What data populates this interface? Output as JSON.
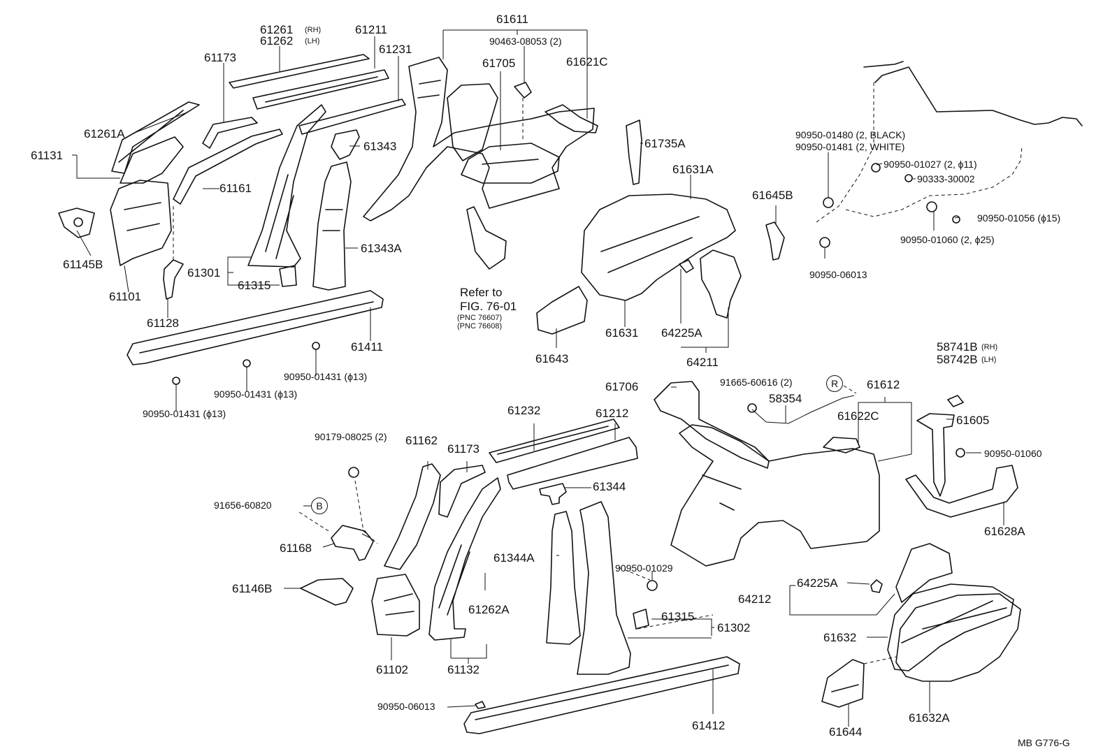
{
  "diagram": {
    "part_numbers": {
      "p61261": "61261",
      "p61261_rh": "(RH)",
      "p61262": "61262",
      "p61262_lh": "(LH)",
      "p61211": "61211",
      "p61611": "61611",
      "p90463": "90463-08053 (2)",
      "p61705": "61705",
      "p61621c": "61621C",
      "p61173a": "61173",
      "p61231": "61231",
      "p61261a": "61261A",
      "p61131": "61131",
      "p61343": "61343",
      "p61161": "61161",
      "p61735a": "61735A",
      "p61631a": "61631A",
      "p61645b": "61645B",
      "p61145b": "61145B",
      "p61343a": "61343A",
      "p61301": "61301",
      "p61315a": "61315",
      "p61101": "61101",
      "p61128": "61128",
      "p61411": "61411",
      "p61631": "61631",
      "p64225a_1": "64225A",
      "p61643": "61643",
      "p64211": "64211",
      "p90950_01431_a": "90950-01431 (ϕ13)",
      "p90950_01431_b": "90950-01431 (ϕ13)",
      "p90950_01431_c": "90950-01431 (ϕ13)",
      "p90950_01480": "90950-01480 (2, BLACK)",
      "p90950_01481": "90950-01481 (2, WHITE)",
      "p90950_01027": "90950-01027 (2, ϕ11)",
      "p90333": "90333-30002",
      "p90950_01056": "90950-01056 (ϕ15)",
      "p90950_01060_b": "90950-01060 (2, ϕ25)",
      "p90950_06013_a": "90950-06013",
      "p58741b": "58741B",
      "p58741b_rh": "(RH)",
      "p58742b": "58742B",
      "p58742b_lh": "(LH)",
      "p61706": "61706",
      "p91665": "91665-60616 (2)",
      "p61612": "61612",
      "p58354": "58354",
      "p61622c": "61622C",
      "p61605": "61605",
      "p90950_01060": "90950-01060",
      "p61628a": "61628A",
      "p61232": "61232",
      "p61212": "61212",
      "p90179": "90179-08025 (2)",
      "p61162": "61162",
      "p61173b": "61173",
      "p61344": "61344",
      "p91656": "91656-60820",
      "p90950_01029": "90950-01029",
      "p61344a": "61344A",
      "p61168": "61168",
      "p61146b": "61146B",
      "p61262a": "61262A",
      "p61315b": "61315",
      "p61302": "61302",
      "p64225a_2": "64225A",
      "p64212": "64212",
      "p61632": "61632",
      "p61102": "61102",
      "p61132": "61132",
      "p90950_06013_b": "90950-06013",
      "p61412": "61412",
      "p61644": "61644",
      "p61632a": "61632A"
    },
    "callouts": {
      "circle_r": "R",
      "circle_b": "B"
    },
    "refer": {
      "line1": "Refer to",
      "line2": "FIG. 76-01",
      "pnc1": "(PNC 76607)",
      "pnc2": "(PNC 76608)"
    },
    "footer_code": "MB  G776-G"
  }
}
